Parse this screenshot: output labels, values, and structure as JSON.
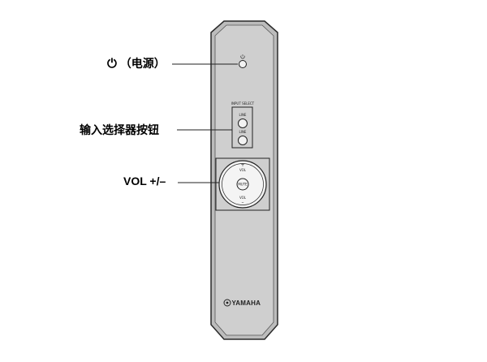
{
  "labels": {
    "power_symbol": "⏻",
    "power": "（电源）",
    "input_selector": "输入选择器按钮",
    "volume": "VOL +/–"
  },
  "remote": {
    "input_header": "INPUT SELECT",
    "input_buttons": [
      "LINE",
      "LINE"
    ],
    "vol_up": "VOL",
    "vol_down": "VOL",
    "mute": "MUTE",
    "brand": "YAMAHA"
  },
  "colors": {
    "body_fill": "#cfcfcf",
    "body_outline": "#2a2a2a"
  }
}
